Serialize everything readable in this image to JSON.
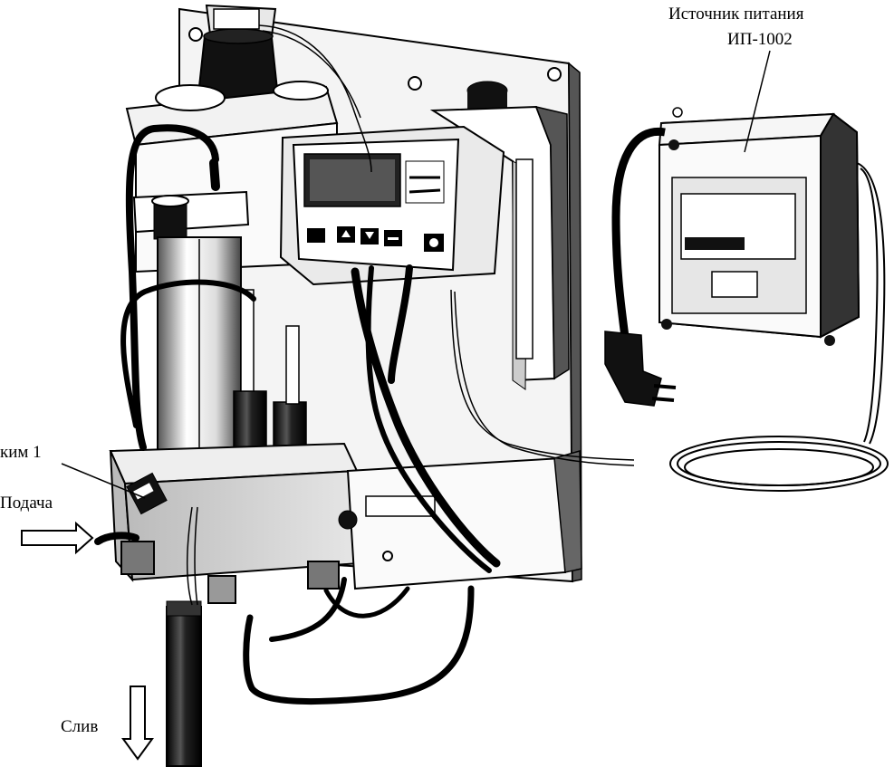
{
  "labels": {
    "power_supply_line1": "Источник питания",
    "power_supply_line2": "ИП-1002",
    "valve": "ким 1",
    "feed": "Подача",
    "drain": "Слив"
  },
  "colors": {
    "ink": "#000000",
    "paper": "#ffffff",
    "panel": "#f2f2f2",
    "shade": "#8a8a8a",
    "dark": "#111111"
  },
  "icons": {
    "feed_arrow": "arrow-right-outline",
    "drain_arrow": "arrow-down-outline",
    "plug": "power-plug"
  }
}
